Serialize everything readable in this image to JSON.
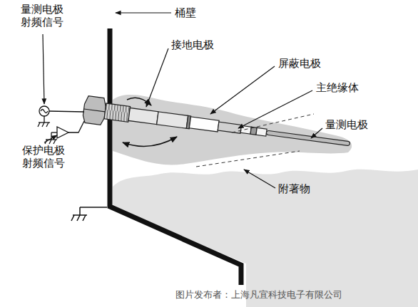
{
  "diagram": {
    "labels": [
      "量测电极 射频信号",
      "桶壁",
      "接地电极",
      "屏蔽电极",
      "主绝缘体",
      "量测电极",
      "保护电极 射频信号",
      "附著物",
      "图片发布者：上海凡宜科技电子有限公司"
    ]
  }
}
